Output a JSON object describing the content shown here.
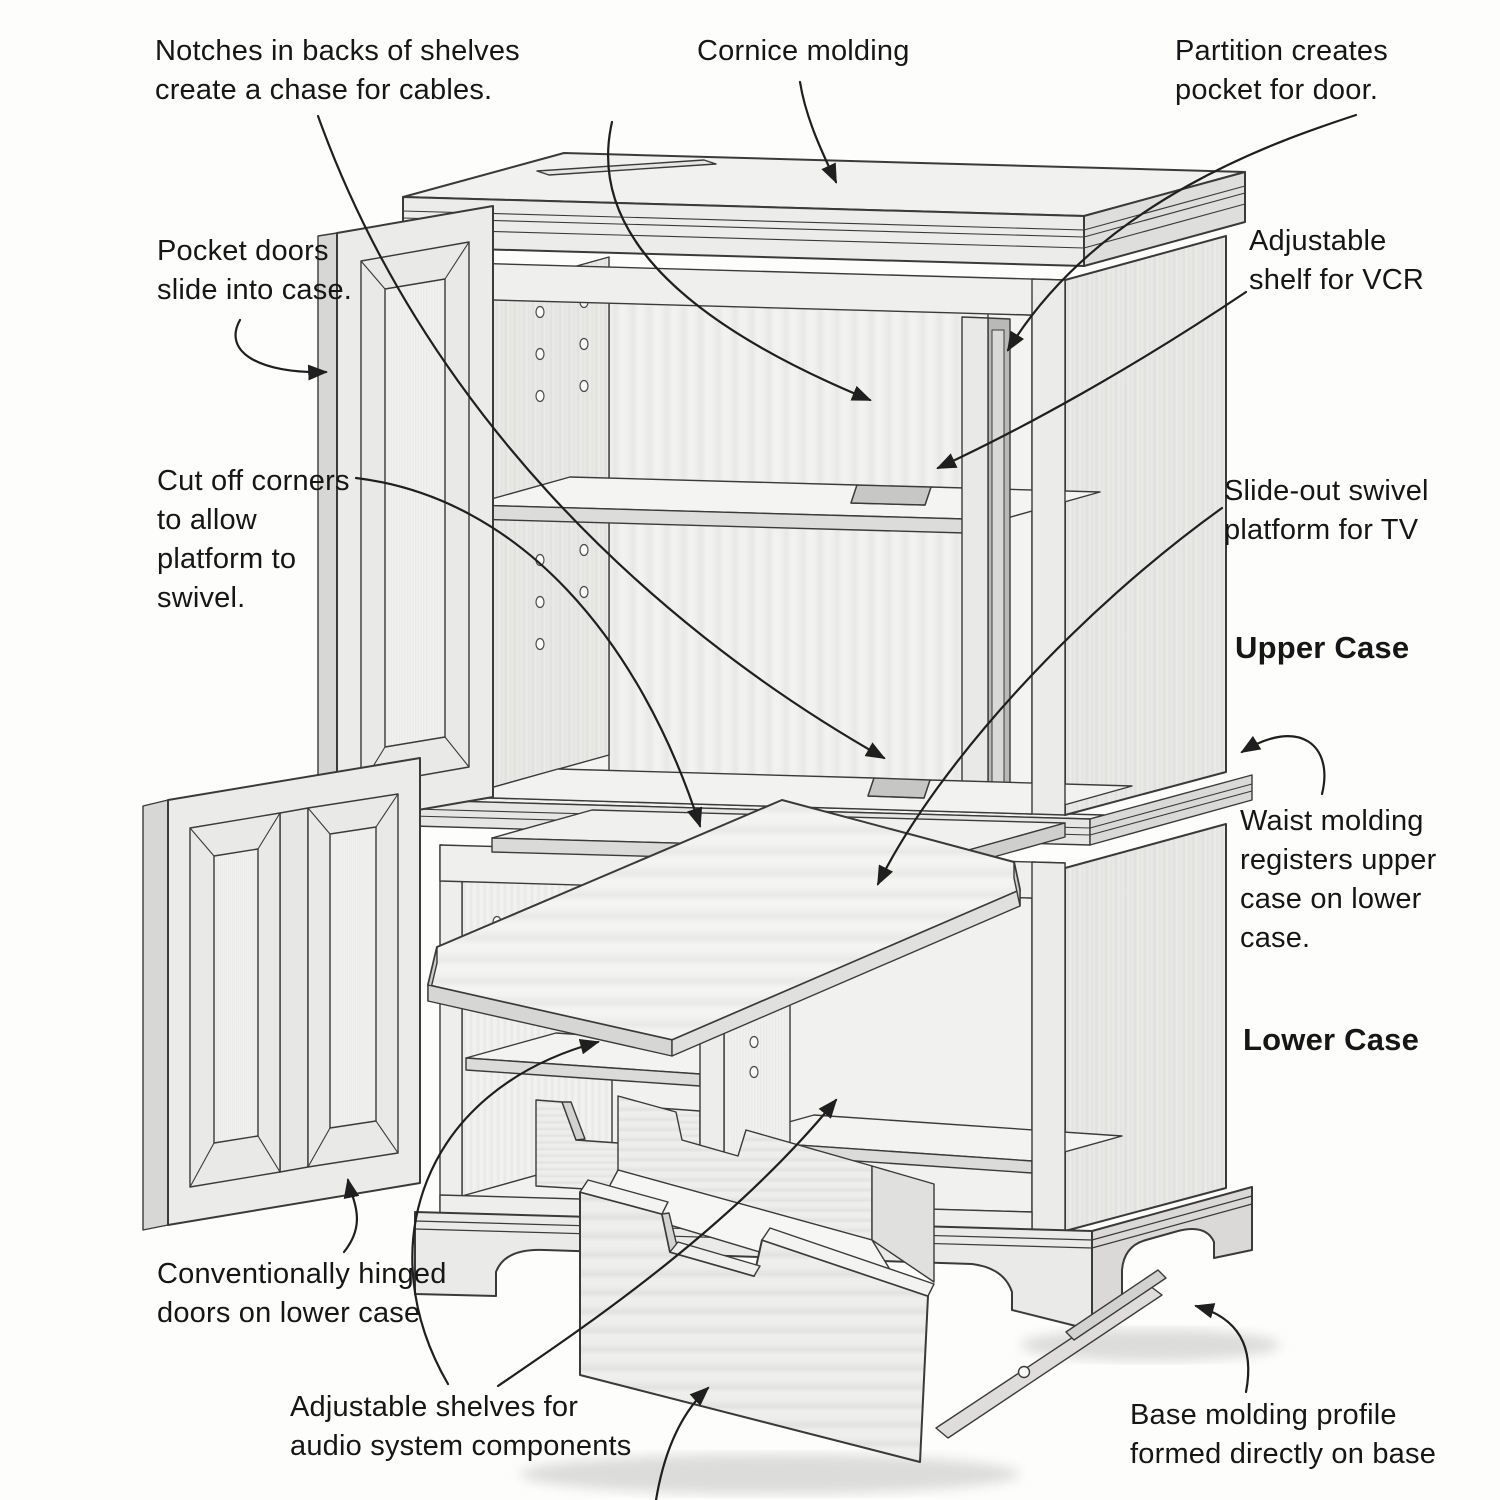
{
  "diagram": {
    "subject": "entertainment-armoire-cutaway",
    "colors": {
      "paper": "#fdfdfc",
      "ink": "#161616",
      "line": "#2e2e2e",
      "wood_light": "#ececea",
      "wood_mid": "#dededc",
      "wood_dark": "#b9b9b7"
    },
    "labels": {
      "notches": {
        "lines": [
          "Notches in backs of shelves",
          "create a chase for cables."
        ]
      },
      "cornice": {
        "lines": [
          "Cornice molding"
        ]
      },
      "partition": {
        "lines": [
          "Partition creates",
          "pocket for door."
        ]
      },
      "pocket_doors": {
        "lines": [
          "Pocket doors",
          "slide into case."
        ]
      },
      "vcr_shelf": {
        "lines": [
          "Adjustable",
          "shelf for VCR"
        ]
      },
      "cut_off": {
        "lines": [
          "Cut off corners",
          "to allow",
          "platform to",
          "swivel."
        ]
      },
      "slide_out": {
        "lines": [
          "Slide-out swivel",
          "platform for TV"
        ]
      },
      "waist": {
        "lines": [
          "Waist molding",
          "registers upper",
          "case on lower",
          "case."
        ]
      },
      "hinged": {
        "lines": [
          "Conventionally hinged",
          "doors on lower case"
        ]
      },
      "audio": {
        "lines": [
          "Adjustable shelves for",
          "audio system components"
        ]
      },
      "base": {
        "lines": [
          "Base molding profile",
          "formed directly on base"
        ]
      }
    },
    "sections": {
      "upper": {
        "text": "Upper Case"
      },
      "lower": {
        "text": "Lower Case"
      }
    }
  }
}
